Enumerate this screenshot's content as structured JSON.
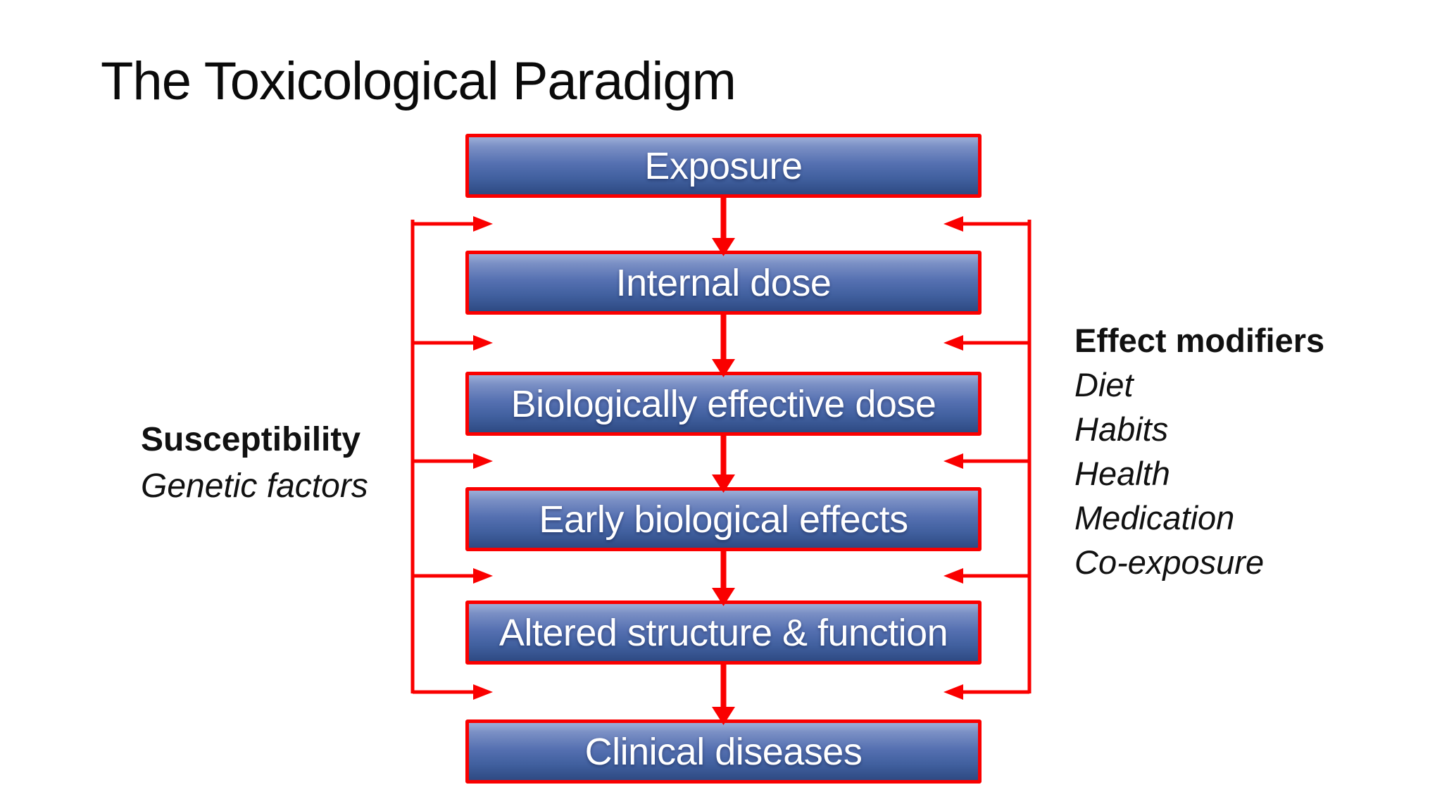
{
  "title": "The Toxicological Paradigm",
  "flow": {
    "boxes": [
      {
        "label": "Exposure"
      },
      {
        "label": "Internal dose"
      },
      {
        "label": "Biologically effective dose"
      },
      {
        "label": "Early biological effects"
      },
      {
        "label": "Altered structure & function"
      },
      {
        "label": "Clinical diseases"
      }
    ]
  },
  "left_annotation": {
    "heading": "Susceptibility",
    "subheading": "Genetic factors"
  },
  "right_annotation": {
    "heading": "Effect modifiers",
    "items": [
      "Diet",
      "Habits",
      "Health",
      "Medication",
      "Co-exposure"
    ]
  },
  "colors": {
    "arrow_red": "#fa0000",
    "box_border_red": "#fa0000",
    "box_gradient_top": "#9caed8",
    "box_gradient_bottom": "#2e4a83",
    "box_text": "#ffffff",
    "title_text": "#0a0a0a"
  }
}
